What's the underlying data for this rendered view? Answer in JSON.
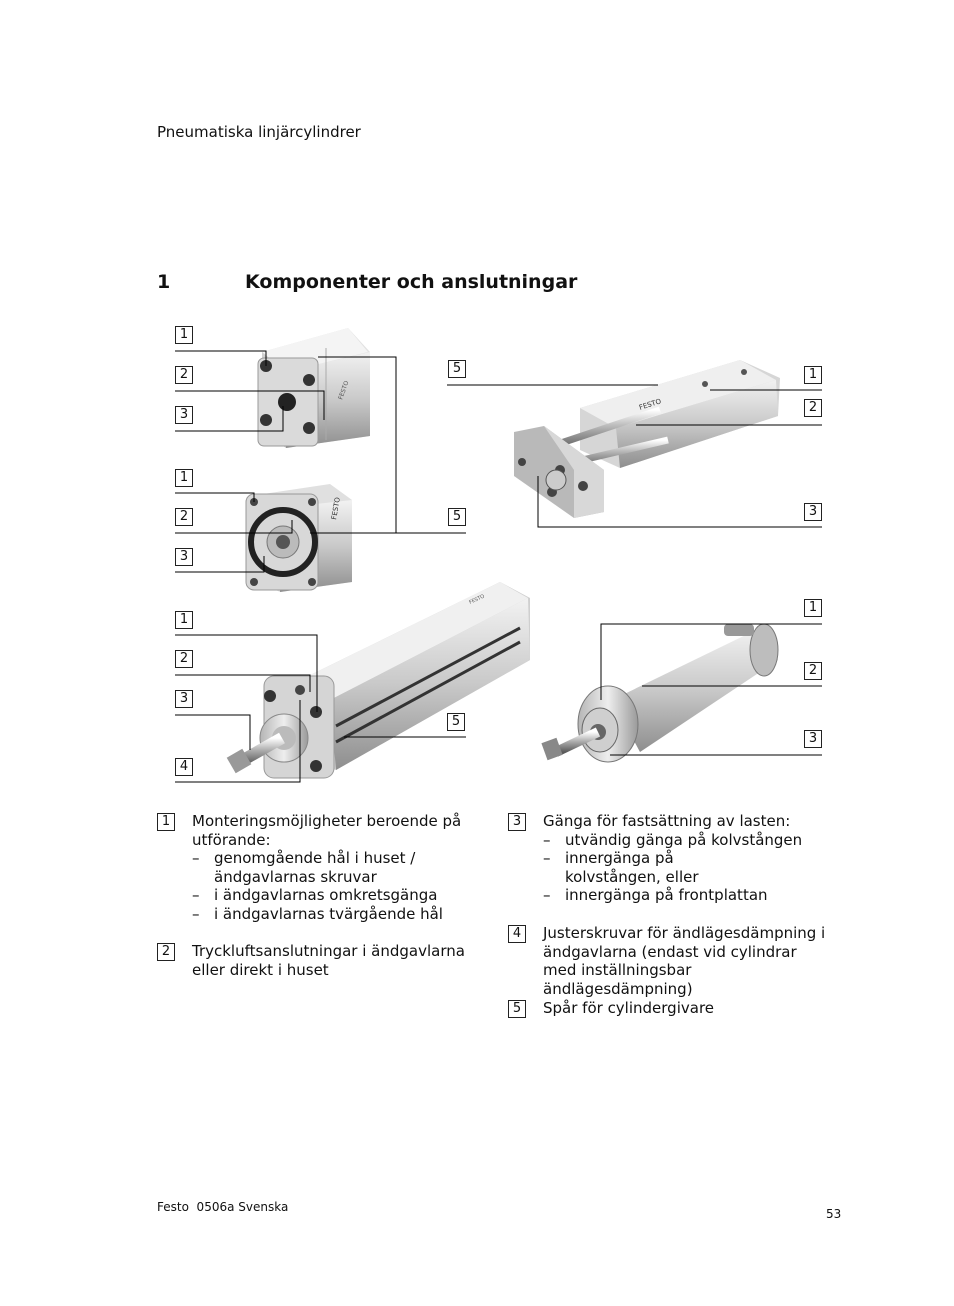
{
  "header": {
    "title": "Pneumatiska linjärcylindrer"
  },
  "section": {
    "number": "1",
    "title": "Komponenter och anslutningar"
  },
  "callouts": [
    "1",
    "2",
    "3",
    "4",
    "5"
  ],
  "legend": {
    "item1": {
      "num": "1",
      "text": "Monteringsmöjligheter beroende på utförande:",
      "bullets": [
        "genomgående hål i huset / ändgavlarnas skruvar",
        "i ändgavlarnas omkretsgänga",
        "i ändgavlarnas tvärgående hål"
      ]
    },
    "item2": {
      "num": "2",
      "text": "Tryckluftsanslutningar i ändgavlarna eller direkt i huset"
    },
    "item3": {
      "num": "3",
      "text": "Gänga för fastsättning av lasten:",
      "bullets": [
        "utvändig gänga på kolvstången",
        "innergänga på kolvstången, eller",
        "innergänga på frontplattan"
      ]
    },
    "item4": {
      "num": "4",
      "text": "Justerskruvar för ändlägesdämpning i ändgavlarna (endast vid cylindrar med inställningsbar ändlägesdämpning)"
    },
    "item5": {
      "num": "5",
      "text": "Spår för cylindergivare"
    }
  },
  "product_text": {
    "brand": "FESTO"
  },
  "footer": {
    "left": "Festo  0506a Svenska",
    "page": "53"
  }
}
